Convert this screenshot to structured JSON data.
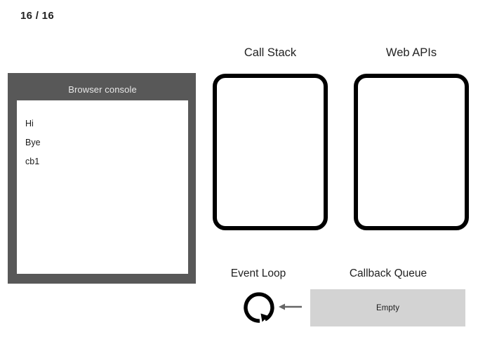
{
  "step_counter": "16 / 16",
  "console": {
    "title": "Browser console",
    "lines": [
      "Hi",
      "Bye",
      "cb1"
    ],
    "header_bg": "#585858",
    "output_bg": "#ffffff"
  },
  "panels": {
    "call_stack": {
      "label": "Call Stack",
      "frames": [],
      "border_color": "#000000"
    },
    "web_apis": {
      "label": "Web APIs",
      "items": [],
      "border_color": "#000000"
    }
  },
  "event_loop": {
    "label": "Event Loop",
    "icon": "circular-arrow-icon"
  },
  "callback_queue": {
    "label": "Callback Queue",
    "status": "Empty",
    "bg": "#d3d3d3"
  },
  "arrow": {
    "name": "left-arrow-icon",
    "color": "#666666"
  }
}
